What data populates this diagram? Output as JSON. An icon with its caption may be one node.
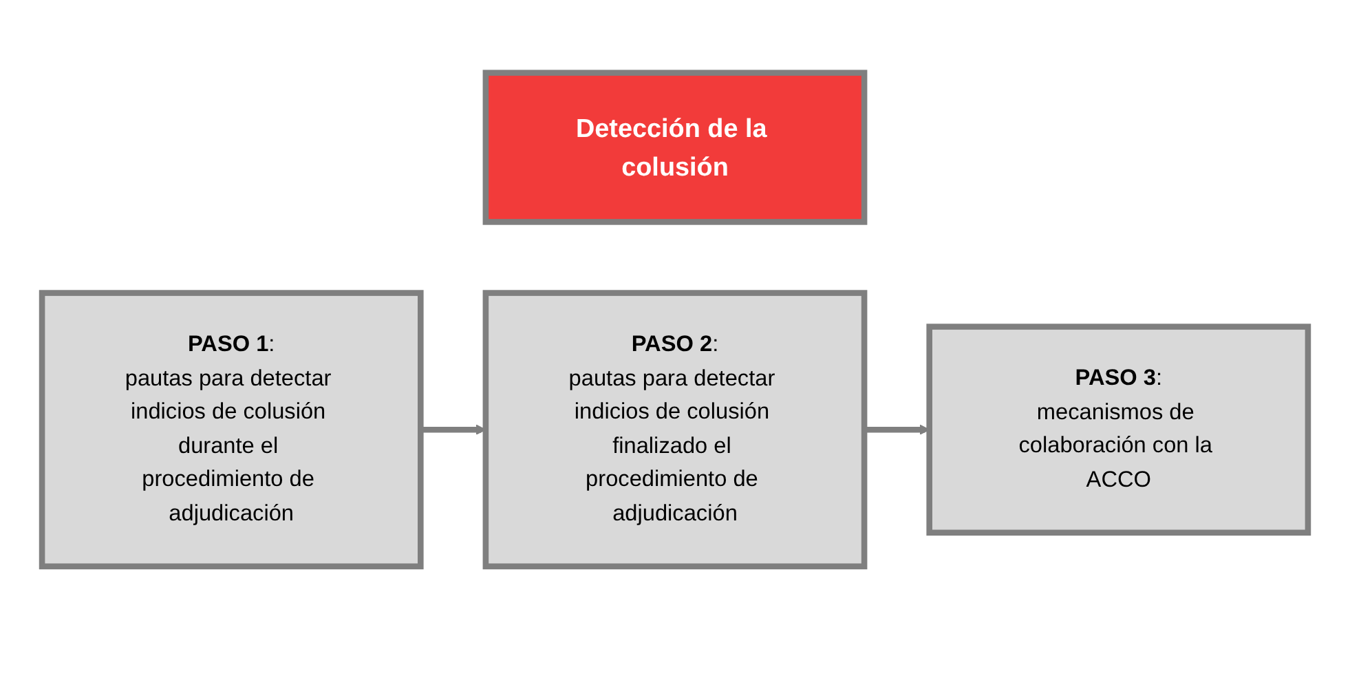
{
  "diagram": {
    "nodes": [
      {
        "text": [
          "Detección de la colusión"
        ]
      },
      {
        "text": [
          "**PASO 1**:",
          "pautas para detectar indicios de colusión durante el procedimiento de adjudicación"
        ]
      },
      {
        "text": [
          "**PASO 2**:",
          "pautas para detectar indicios de colusión finalizado el procedimiento de adjudicación"
        ]
      },
      {
        "text": [
          "**PASO 3**:",
          "mecanismos de colaboración con la ACCO"
        ]
      }
    ],
    "edges": [
      {
        "from": 1,
        "to": 2,
        "arrow": "to"
      },
      {
        "from": 2,
        "to": 3,
        "arrow": "to"
      }
    ]
  }
}
